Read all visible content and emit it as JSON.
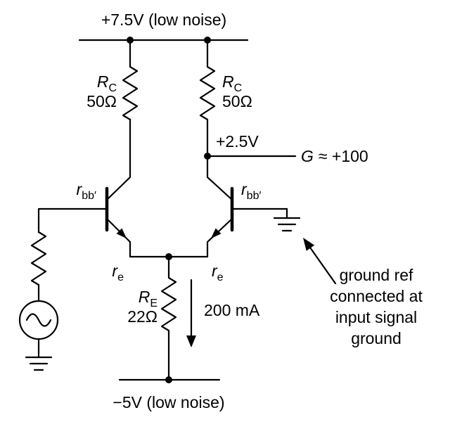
{
  "rails": {
    "top_supply": "+7.5V (low noise)",
    "bottom_supply": "−5V (low noise)"
  },
  "components": {
    "rc_left": {
      "symbol": "R",
      "sub": "C",
      "value": "50Ω"
    },
    "rc_right": {
      "symbol": "R",
      "sub": "C",
      "value": "50Ω"
    },
    "re": {
      "symbol": "R",
      "sub": "E",
      "value": "22Ω"
    },
    "rbb_left": {
      "symbol": "r",
      "sub": "bb′"
    },
    "rbb_right": {
      "symbol": "r",
      "sub": "bb′"
    },
    "re_intrinsic_left": {
      "symbol": "r",
      "sub": "e"
    },
    "re_intrinsic_right": {
      "symbol": "r",
      "sub": "e"
    }
  },
  "annotations": {
    "collector_voltage": "+2.5V",
    "gain_symbol": "G",
    "gain_value": "≈ +100",
    "tail_current": "200 mA",
    "ground_note": {
      "line1": "ground ref",
      "line2": "connected at",
      "line3": "input signal",
      "line4": "ground"
    }
  }
}
